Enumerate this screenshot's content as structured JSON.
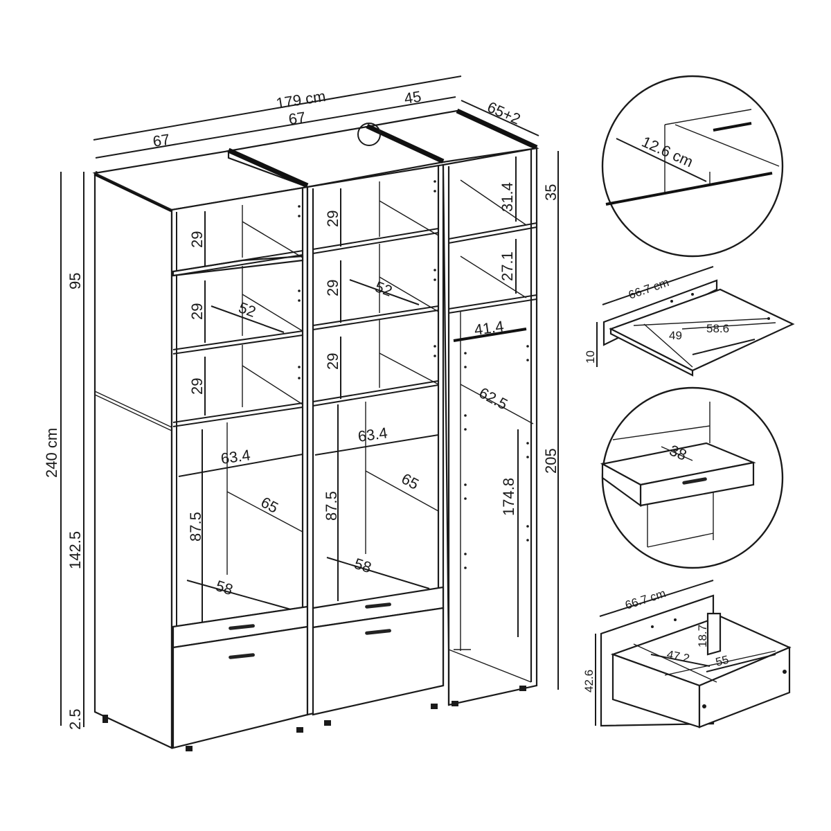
{
  "overall": {
    "total_width": "179 cm",
    "total_height": "240 cm",
    "side_depth": "65+2",
    "width_left": "67",
    "width_mid": "67",
    "width_right": "45",
    "h_upper": "95",
    "h_lower": "142.5",
    "h_feet": "2.5",
    "h_right_top": "35",
    "h_right_body": "205"
  },
  "left_unit": {
    "shelf_heights": [
      "29",
      "29",
      "29"
    ],
    "shelf_depth": "52",
    "inner_width": "63.4",
    "inner_depth": "65",
    "open_height": "87.5",
    "bottom_depth": "58"
  },
  "middle_unit": {
    "shelf_heights": [
      "29",
      "29",
      "29"
    ],
    "shelf_depth": "52",
    "inner_width": "63.4",
    "inner_depth": "65",
    "open_height": "87.5",
    "bottom_depth": "58"
  },
  "right_unit": {
    "top_height": "31.4",
    "second_height": "27.1",
    "rail_width": "41.4",
    "rail_depth": "62.5",
    "hanging_height": "174.8"
  },
  "detail_top": {
    "label": "12.6 cm"
  },
  "detail_pullout": {
    "width": "66.7 cm",
    "height": "10",
    "inner_depth": "49",
    "outer_depth": "58.6"
  },
  "detail_drawer": {
    "label": "38"
  },
  "detail_big_drawer": {
    "width": "66.7 cm",
    "height": "42.6",
    "inner_height": "18.7",
    "inner_width": "47.2",
    "depth": "55"
  }
}
